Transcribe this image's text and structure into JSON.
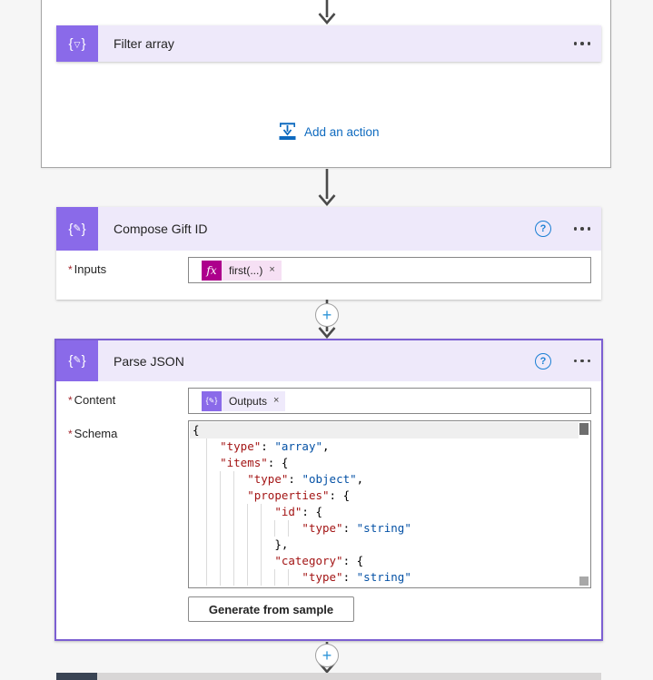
{
  "colors": {
    "connector_purple": "#8A6AE9",
    "header_lavender": "#EEE9FA",
    "selected_border": "#7C5FD2",
    "expression_magenta": "#AD008C",
    "expression_token_bg": "#F6E0F4",
    "token_bg": "#EFEAFB",
    "link_blue": "#0E6ABF",
    "help_blue": "#1A7FD4",
    "plus_blue": "#2E95D8",
    "arrow_gray": "#4A4A4A",
    "json_key": "#A31515",
    "json_string": "#0451A5",
    "next_icon_dark": "#3A4454"
  },
  "icons": {
    "brace_open": "{",
    "brace_close": "}",
    "funnel": "▽",
    "pencil": "✎",
    "fx": "fx",
    "plus": "+",
    "help": "?",
    "remove": "×"
  },
  "filter_card": {
    "title": "Filter array"
  },
  "add_action": {
    "label": "Add an action"
  },
  "compose_card": {
    "title": "Compose Gift ID",
    "required_marker": "*",
    "inputs_label": "Inputs",
    "expression_token": {
      "label": "first(...)"
    }
  },
  "parse_card": {
    "title": "Parse JSON",
    "required_marker": "*",
    "content_label": "Content",
    "content_token": {
      "label": "Outputs"
    },
    "schema_label": "Schema",
    "generate_button_label": "Generate from sample",
    "schema_lines": [
      {
        "segs": [
          [
            "{",
            "p"
          ]
        ]
      },
      {
        "segs": [
          [
            "    ",
            "p"
          ],
          [
            "\"type\"",
            "k"
          ],
          [
            ": ",
            "p"
          ],
          [
            "\"array\"",
            "v"
          ],
          [
            ",",
            "p"
          ]
        ]
      },
      {
        "segs": [
          [
            "    ",
            "p"
          ],
          [
            "\"items\"",
            "k"
          ],
          [
            ": {",
            "p"
          ]
        ]
      },
      {
        "segs": [
          [
            "        ",
            "p"
          ],
          [
            "\"type\"",
            "k"
          ],
          [
            ": ",
            "p"
          ],
          [
            "\"object\"",
            "v"
          ],
          [
            ",",
            "p"
          ]
        ]
      },
      {
        "segs": [
          [
            "        ",
            "p"
          ],
          [
            "\"properties\"",
            "k"
          ],
          [
            ": {",
            "p"
          ]
        ]
      },
      {
        "segs": [
          [
            "            ",
            "p"
          ],
          [
            "\"id\"",
            "k"
          ],
          [
            ": {",
            "p"
          ]
        ]
      },
      {
        "segs": [
          [
            "                ",
            "p"
          ],
          [
            "\"type\"",
            "k"
          ],
          [
            ": ",
            "p"
          ],
          [
            "\"string\"",
            "v"
          ]
        ]
      },
      {
        "segs": [
          [
            "            ",
            "p"
          ],
          [
            "},",
            "p"
          ]
        ]
      },
      {
        "segs": [
          [
            "            ",
            "p"
          ],
          [
            "\"category\"",
            "k"
          ],
          [
            ": {",
            "p"
          ]
        ]
      },
      {
        "segs": [
          [
            "                ",
            "p"
          ],
          [
            "\"type\"",
            "k"
          ],
          [
            ": ",
            "p"
          ],
          [
            "\"string\"",
            "v"
          ]
        ]
      }
    ]
  }
}
